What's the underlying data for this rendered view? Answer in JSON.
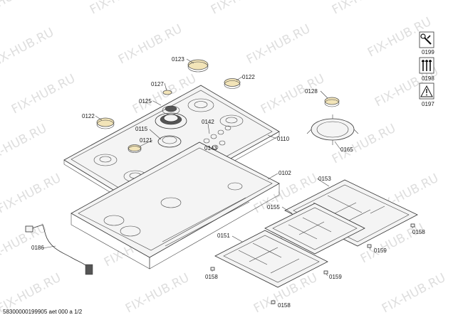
{
  "watermark": "FIX-HUB.RU",
  "footer": "58300000199905 aet 000 a 1/2",
  "parts": {
    "p0123": "0123",
    "p0122a": "0122",
    "p0127": "0127",
    "p0125": "0125",
    "p0122b": "0122",
    "p0115": "0115",
    "p0121": "0121",
    "p0142": "0142",
    "p0143": "0143",
    "p0110": "0110",
    "p0128": "0128",
    "p0165": "0165",
    "p0102": "0102",
    "p0153": "0153",
    "p0155": "0155",
    "p0151": "0151",
    "p0186": "0186",
    "p0158a": "0158",
    "p0159a": "0159",
    "p0158b": "0158",
    "p0159b": "0159",
    "p0158c": "0158"
  },
  "legend": {
    "l0199": "0199",
    "l0198": "0198",
    "l0197": "0197"
  }
}
